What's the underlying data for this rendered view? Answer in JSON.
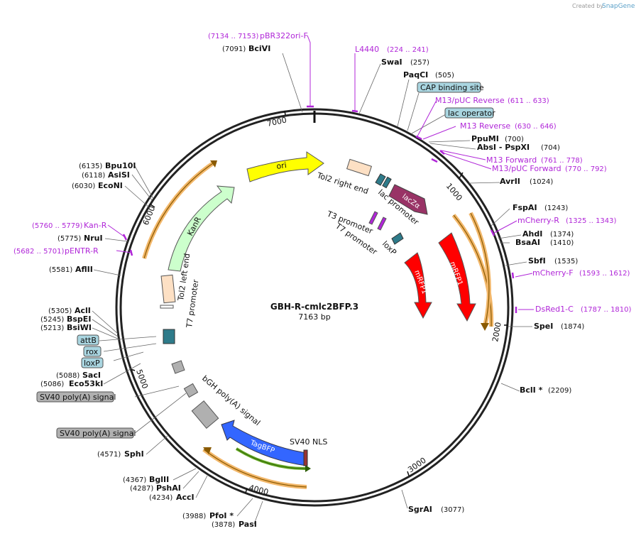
{
  "credit": {
    "created_by": "Created by",
    "brand": "SnapGene"
  },
  "plasmid": {
    "name": "GBH-R-cmlc2BFP.3",
    "length": "7163 bp"
  },
  "ticks": [
    "1000",
    "2000",
    "3000",
    "4000",
    "5000",
    "6000",
    "7000"
  ],
  "features": {
    "ori": "ori",
    "kanr": "KanR",
    "lacza": "lacZα",
    "mrfp1_a": "mRFP1",
    "mrfp1_b": "mRFP1",
    "tagbfp": "TagBFP",
    "tol2_right": "Tol2 right end",
    "lac_promoter": "lac promoter",
    "t3_promoter": "T3 promoter",
    "t7_promoter_right": "T7 promoter",
    "loxp": "loxP",
    "tol2_left": "Tol2 left end",
    "t7_promoter_left": "T7 promoter",
    "bgh": "bGH poly(A) signal",
    "sv40_nls": "SV40 NLS"
  },
  "boxes": {
    "cap": "CAP binding site",
    "lac_operator": "lac operator",
    "attb": "attB",
    "rox": "rox",
    "loxp": "loxP",
    "sv40_a": "SV40 poly(A) signal",
    "sv40_b": "SV40 poly(A) signal"
  },
  "sites": {
    "bcivi": {
      "pos": "(7091)",
      "name": "BciVI"
    },
    "swai": {
      "pos": "(257)",
      "name": "SwaI"
    },
    "paqci": {
      "pos": "(505)",
      "name": "PaqCI"
    },
    "ppumi": {
      "pos": "(700)",
      "name": "PpuMI"
    },
    "absi": {
      "pos": "(704)",
      "name": "AbsI - PspXI"
    },
    "avrii": {
      "pos": "(1024)",
      "name": "AvrII"
    },
    "fspai": {
      "pos": "(1243)",
      "name": "FspAI"
    },
    "ahdi": {
      "pos": "(1374)",
      "name": "AhdI"
    },
    "bsaai": {
      "pos": "(1410)",
      "name": "BsaAI"
    },
    "sbfi": {
      "pos": "(1535)",
      "name": "SbfI"
    },
    "spei": {
      "pos": "(1874)",
      "name": "SpeI"
    },
    "bcli": {
      "pos": "(2209)",
      "name": "BclI *"
    },
    "sgrai": {
      "pos": "(3077)",
      "name": "SgrAI"
    },
    "pasi": {
      "pos": "(3878)",
      "name": "PasI"
    },
    "pfoi": {
      "pos": "(3988)",
      "name": "PfoI *"
    },
    "acci": {
      "pos": "(4234)",
      "name": "AccI"
    },
    "pshai": {
      "pos": "(4287)",
      "name": "PshAI"
    },
    "bglii": {
      "pos": "(4367)",
      "name": "BglII"
    },
    "sphi": {
      "pos": "(4571)",
      "name": "SphI"
    },
    "eco53ki": {
      "pos": "(5086)",
      "name": "Eco53kI"
    },
    "saci": {
      "pos": "(5088)",
      "name": "SacI"
    },
    "bsiwi": {
      "pos": "(5213)",
      "name": "BsiWI"
    },
    "bspei": {
      "pos": "(5245)",
      "name": "BspEI"
    },
    "acli": {
      "pos": "(5305)",
      "name": "AclI"
    },
    "aflii": {
      "pos": "(5581)",
      "name": "AflII"
    },
    "nrui": {
      "pos": "(5775)",
      "name": "NruI"
    },
    "econi": {
      "pos": "(6030)",
      "name": "EcoNI"
    },
    "asisi": {
      "pos": "(6118)",
      "name": "AsiSI"
    },
    "bpu10i": {
      "pos": "(6135)",
      "name": "Bpu10I"
    }
  },
  "primers": {
    "pbr322": {
      "pos": "(7134 .. 7153)",
      "name": "pBR322ori-F"
    },
    "l4440": {
      "name": "L4440",
      "pos": "(224 .. 241)"
    },
    "m13puc_rev": {
      "name": "M13/pUC Reverse",
      "pos": "(611 .. 633)"
    },
    "m13_rev": {
      "name": "M13 Reverse",
      "pos": "(630 .. 646)"
    },
    "m13_fwd": {
      "name": "M13 Forward",
      "pos": "(761 .. 778)"
    },
    "m13puc_fwd": {
      "name": "M13/pUC Forward",
      "pos": "(770 .. 792)"
    },
    "mcherry_r": {
      "name": "mCherry-R",
      "pos": "(1325 .. 1343)"
    },
    "mcherry_f": {
      "name": "mCherry-F",
      "pos": "(1593 .. 1612)"
    },
    "dsred": {
      "name": "DsRed1-C",
      "pos": "(1787 .. 1810)"
    },
    "kanr": {
      "pos": "(5760 .. 5779)",
      "name": "Kan-R"
    },
    "pentr": {
      "pos": "(5682 .. 5701)",
      "name": "pENTR-R"
    }
  },
  "colors": {
    "ori": "#ffff00",
    "kanr": "#ccffcc",
    "lacz": "#993366",
    "mrfp": "#ff0000",
    "tagbfp": "#3366ff",
    "primer": "#b026d8",
    "miscbox": "#a9d5e0",
    "polya": "#b0b0b0",
    "orf": "#f2b76a",
    "orfgreen": "#66aa22",
    "tol2": "#fde0c4"
  }
}
